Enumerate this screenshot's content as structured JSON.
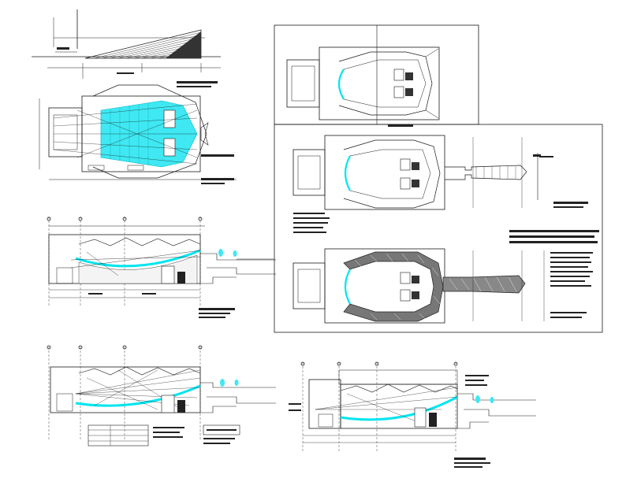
{
  "drawing": {
    "colors": {
      "line": "#1a1a1a",
      "seating": "#00e5f0",
      "seating_fill": "#3fe8f2",
      "hatch": "#444444",
      "background": "#ffffff"
    },
    "views": [
      "top-section-profile",
      "plan-main",
      "section-longitudinal-1",
      "section-longitudinal-2",
      "section-longitudinal-3",
      "plan-option-a",
      "plan-option-b",
      "plan-option-c"
    ],
    "grid_axes": "true"
  }
}
